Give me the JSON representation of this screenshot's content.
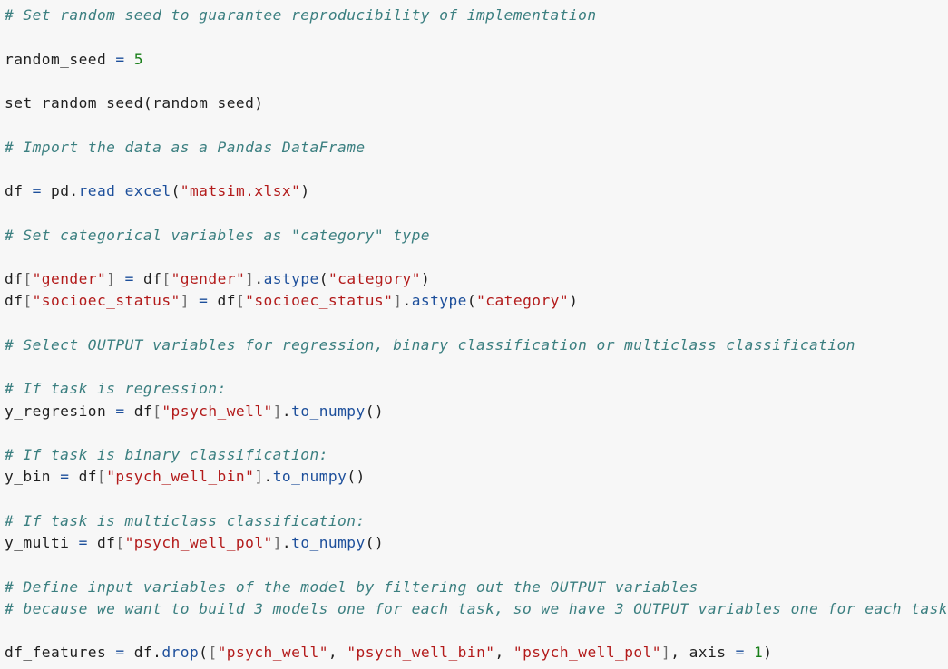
{
  "code": {
    "lines": [
      [
        {
          "t": "# Set random seed to guarantee reproducibility of implementation",
          "c": "comment"
        }
      ],
      [],
      [
        {
          "t": "random_seed ",
          "c": "plain"
        },
        {
          "t": "=",
          "c": "op"
        },
        {
          "t": " ",
          "c": "plain"
        },
        {
          "t": "5",
          "c": "number"
        }
      ],
      [],
      [
        {
          "t": "set_random_seed(random_seed)",
          "c": "plain"
        }
      ],
      [],
      [
        {
          "t": "# Import the data as a Pandas DataFrame",
          "c": "comment"
        }
      ],
      [],
      [
        {
          "t": "df ",
          "c": "plain"
        },
        {
          "t": "=",
          "c": "op"
        },
        {
          "t": " pd.",
          "c": "plain"
        },
        {
          "t": "read_excel",
          "c": "method"
        },
        {
          "t": "(",
          "c": "plain"
        },
        {
          "t": "\"matsim.xlsx\"",
          "c": "string"
        },
        {
          "t": ")",
          "c": "plain"
        }
      ],
      [],
      [
        {
          "t": "# Set categorical variables as \"category\" type",
          "c": "comment"
        }
      ],
      [],
      [
        {
          "t": "df",
          "c": "plain"
        },
        {
          "t": "[",
          "c": "bracket"
        },
        {
          "t": "\"gender\"",
          "c": "string"
        },
        {
          "t": "]",
          "c": "bracket"
        },
        {
          "t": " ",
          "c": "plain"
        },
        {
          "t": "=",
          "c": "op"
        },
        {
          "t": " df",
          "c": "plain"
        },
        {
          "t": "[",
          "c": "bracket"
        },
        {
          "t": "\"gender\"",
          "c": "string"
        },
        {
          "t": "]",
          "c": "bracket"
        },
        {
          "t": ".",
          "c": "plain"
        },
        {
          "t": "astype",
          "c": "method"
        },
        {
          "t": "(",
          "c": "plain"
        },
        {
          "t": "\"category\"",
          "c": "string"
        },
        {
          "t": ")",
          "c": "plain"
        }
      ],
      [
        {
          "t": "df",
          "c": "plain"
        },
        {
          "t": "[",
          "c": "bracket"
        },
        {
          "t": "\"socioec_status\"",
          "c": "string"
        },
        {
          "t": "]",
          "c": "bracket"
        },
        {
          "t": " ",
          "c": "plain"
        },
        {
          "t": "=",
          "c": "op"
        },
        {
          "t": " df",
          "c": "plain"
        },
        {
          "t": "[",
          "c": "bracket"
        },
        {
          "t": "\"socioec_status\"",
          "c": "string"
        },
        {
          "t": "]",
          "c": "bracket"
        },
        {
          "t": ".",
          "c": "plain"
        },
        {
          "t": "astype",
          "c": "method"
        },
        {
          "t": "(",
          "c": "plain"
        },
        {
          "t": "\"category\"",
          "c": "string"
        },
        {
          "t": ")",
          "c": "plain"
        }
      ],
      [],
      [
        {
          "t": "# Select OUTPUT variables for regression, binary classification or multiclass classification",
          "c": "comment"
        }
      ],
      [],
      [
        {
          "t": "# If task is regression:",
          "c": "comment"
        }
      ],
      [
        {
          "t": "y_regresion ",
          "c": "plain"
        },
        {
          "t": "=",
          "c": "op"
        },
        {
          "t": " df",
          "c": "plain"
        },
        {
          "t": "[",
          "c": "bracket"
        },
        {
          "t": "\"psych_well\"",
          "c": "string"
        },
        {
          "t": "]",
          "c": "bracket"
        },
        {
          "t": ".",
          "c": "plain"
        },
        {
          "t": "to_numpy",
          "c": "method"
        },
        {
          "t": "()",
          "c": "plain"
        }
      ],
      [],
      [
        {
          "t": "# If task is binary classification:",
          "c": "comment"
        }
      ],
      [
        {
          "t": "y_bin ",
          "c": "plain"
        },
        {
          "t": "=",
          "c": "op"
        },
        {
          "t": " df",
          "c": "plain"
        },
        {
          "t": "[",
          "c": "bracket"
        },
        {
          "t": "\"psych_well_bin\"",
          "c": "string"
        },
        {
          "t": "]",
          "c": "bracket"
        },
        {
          "t": ".",
          "c": "plain"
        },
        {
          "t": "to_numpy",
          "c": "method"
        },
        {
          "t": "()",
          "c": "plain"
        }
      ],
      [],
      [
        {
          "t": "# If task is multiclass classification:",
          "c": "comment"
        }
      ],
      [
        {
          "t": "y_multi ",
          "c": "plain"
        },
        {
          "t": "=",
          "c": "op"
        },
        {
          "t": " df",
          "c": "plain"
        },
        {
          "t": "[",
          "c": "bracket"
        },
        {
          "t": "\"psych_well_pol\"",
          "c": "string"
        },
        {
          "t": "]",
          "c": "bracket"
        },
        {
          "t": ".",
          "c": "plain"
        },
        {
          "t": "to_numpy",
          "c": "method"
        },
        {
          "t": "()",
          "c": "plain"
        }
      ],
      [],
      [
        {
          "t": "# Define input variables of the model by filtering out the OUTPUT variables",
          "c": "comment"
        }
      ],
      [
        {
          "t": "# because we want to build 3 models one for each task, so we have 3 OUTPUT variables one for each task",
          "c": "comment"
        }
      ],
      [],
      [
        {
          "t": "df_features ",
          "c": "plain"
        },
        {
          "t": "=",
          "c": "op"
        },
        {
          "t": " df.",
          "c": "plain"
        },
        {
          "t": "drop",
          "c": "method"
        },
        {
          "t": "(",
          "c": "plain"
        },
        {
          "t": "[",
          "c": "bracket"
        },
        {
          "t": "\"psych_well\"",
          "c": "string"
        },
        {
          "t": ", ",
          "c": "plain"
        },
        {
          "t": "\"psych_well_bin\"",
          "c": "string"
        },
        {
          "t": ", ",
          "c": "plain"
        },
        {
          "t": "\"psych_well_pol\"",
          "c": "string"
        },
        {
          "t": "]",
          "c": "bracket"
        },
        {
          "t": ", axis ",
          "c": "plain"
        },
        {
          "t": "=",
          "c": "op"
        },
        {
          "t": " ",
          "c": "plain"
        },
        {
          "t": "1",
          "c": "number"
        },
        {
          "t": ")",
          "c": "plain"
        }
      ]
    ]
  },
  "colors": {
    "background": "#f7f7f7",
    "comment": "#3b7f80",
    "number": "#1a7f1a",
    "string": "#b31b1b",
    "method": "#1d4f9b",
    "operator": "#1d4f9b",
    "bracket": "#6b6b6b",
    "plain": "#1f1f1f"
  }
}
